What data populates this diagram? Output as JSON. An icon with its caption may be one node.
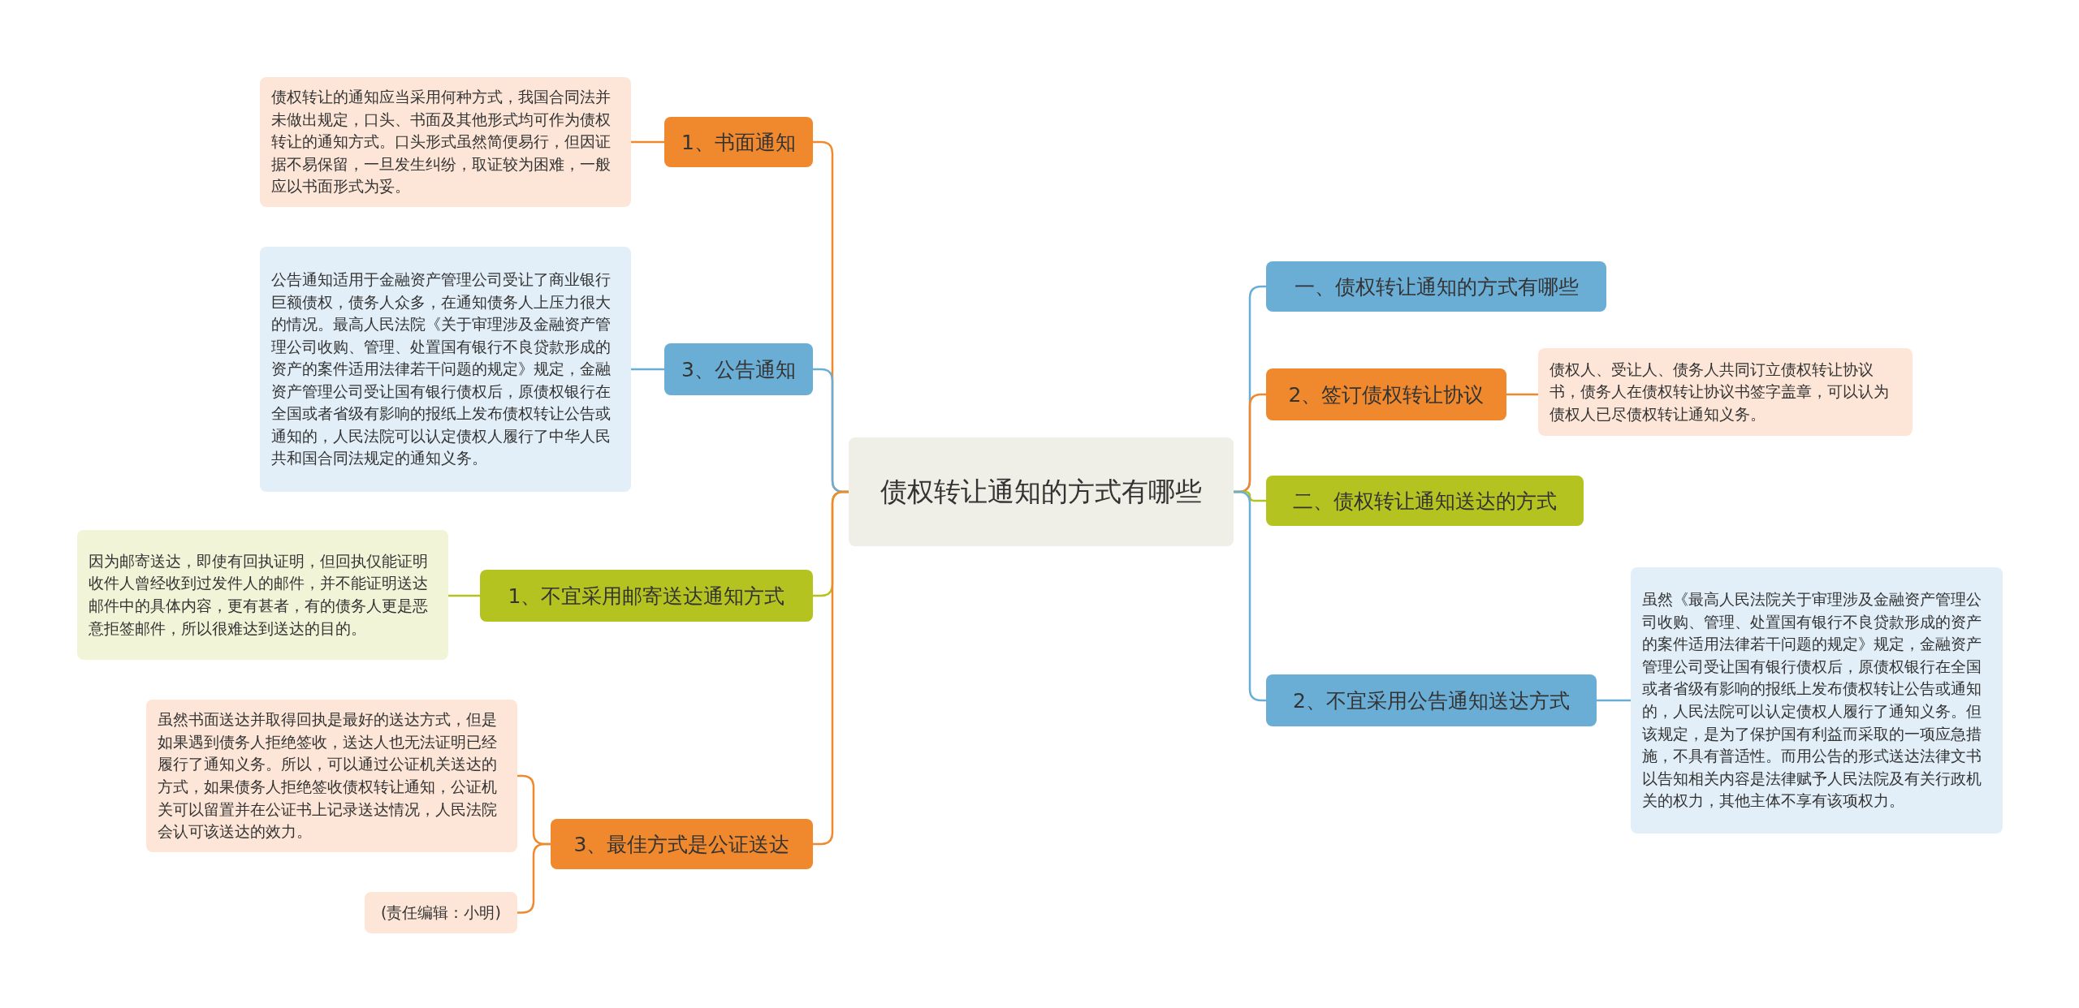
{
  "diagram": {
    "nodes": [
      {
        "text": [
          "债权转让通知的方式有哪些"
        ]
      },
      {
        "text": [
          "1、书面通知"
        ]
      },
      {
        "text": [
          "债权转让的通知应当采用何种方式，我国合同法并未做出规定，口头、书面及其他形式均可作为债权转让的通知方式。口头形式虽然简便易行，但因证据不易保留，一旦发生纠纷，取证较为困难，一般应以书面形式为妥。"
        ]
      },
      {
        "text": [
          "3、公告通知"
        ]
      },
      {
        "text": [
          "公告通知适用于金融资产管理公司受让了商业银行巨额债权，债务人众多，在通知债务人上压力很大的情况。最高人民法院《关于审理涉及金融资产管理公司收购、管理、处置国有银行不良贷款形成的资产的案件适用法律若干问题的规定》规定，金融资产管理公司受让国有银行债权后，原债权银行在全国或者省级有影响的报纸上发布债权转让公告或通知的，人民法院可以认定债权人履行了中华人民共和国合同法规定的通知义务。"
        ]
      },
      {
        "text": [
          "1、不宜采用邮寄送达通知方式"
        ]
      },
      {
        "text": [
          "因为邮寄送达，即使有回执证明，但回执仅能证明收件人曾经收到过发件人的邮件，并不能证明送达邮件中的具体内容，更有甚者，有的债务人更是恶意拒签邮件，所以很难达到送达的目的。"
        ]
      },
      {
        "text": [
          "3、最佳方式是公证送达"
        ]
      },
      {
        "text": [
          "虽然书面送达并取得回执是最好的送达方式，但是如果遇到债务人拒绝签收，送达人也无法证明已经履行了通知义务。所以，可以通过公证机关送达的方式，如果债务人拒绝签收债权转让通知，公证机关可以留置并在公证书上记录送达情况，人民法院会认可该送达的效力。"
        ]
      },
      {
        "text": [
          "(责任编辑：小明)"
        ]
      },
      {
        "text": [
          "一、债权转让通知的方式有哪些"
        ]
      },
      {
        "text": [
          "2、签订债权转让协议"
        ]
      },
      {
        "text": [
          "债权人、受让人、债务人共同订立债权转让协议书，债务人在债权转让协议书签字盖章，可以认为债权人已尽债权转让通知义务。"
        ]
      },
      {
        "text": [
          "二、债权转让通知送达的方式"
        ]
      },
      {
        "text": [
          "2、不宜采用公告通知送达方式"
        ]
      },
      {
        "text": [
          "虽然《最高人民法院关于审理涉及金融资产管理公司收购、管理、处置国有银行不良贷款形成的资产的案件适用法律若干问题的规定》规定，金融资产管理公司受让国有银行债权后，原债权银行在全国或者省级有影响的报纸上发布债权转让公告或通知的，人民法院可以认定债权人履行了通知义务。但该规定，是为了保护国有利益而采取的一项应急措施，不具有普适性。而用公告的形式送达法律文书以告知相关内容是法律赋予人民法院及有关行政机关的权力，其他主体不享有该项权力。"
        ]
      }
    ],
    "edges": [
      {
        "from": 0,
        "to": 1,
        "arrow": "none"
      },
      {
        "from": 1,
        "to": 2,
        "arrow": "none"
      },
      {
        "from": 0,
        "to": 3,
        "arrow": "none",
        "color": "#6aaed6"
      },
      {
        "from": 3,
        "to": 4,
        "arrow": "none",
        "color": "#6aaed6"
      },
      {
        "from": 0,
        "to": 5,
        "arrow": "none",
        "color": "#b5c320"
      },
      {
        "from": 5,
        "to": 6,
        "arrow": "none",
        "color": "#b5c320"
      },
      {
        "from": 0,
        "to": 7,
        "arrow": "none"
      },
      {
        "from": 7,
        "to": 8,
        "arrow": "none"
      },
      {
        "from": 7,
        "to": 9,
        "arrow": "none"
      },
      {
        "from": 0,
        "to": 10,
        "arrow": "none",
        "color": "#6aaed6"
      },
      {
        "from": 0,
        "to": 11,
        "arrow": "none"
      },
      {
        "from": 11,
        "to": 12,
        "arrow": "none"
      },
      {
        "from": 0,
        "to": 13,
        "arrow": "none",
        "color": "#b5c320"
      },
      {
        "from": 0,
        "to": 14,
        "arrow": "none",
        "color": "#6aaed6"
      },
      {
        "from": 14,
        "to": 15,
        "arrow": "none",
        "color": "#6aaed6"
      }
    ]
  }
}
